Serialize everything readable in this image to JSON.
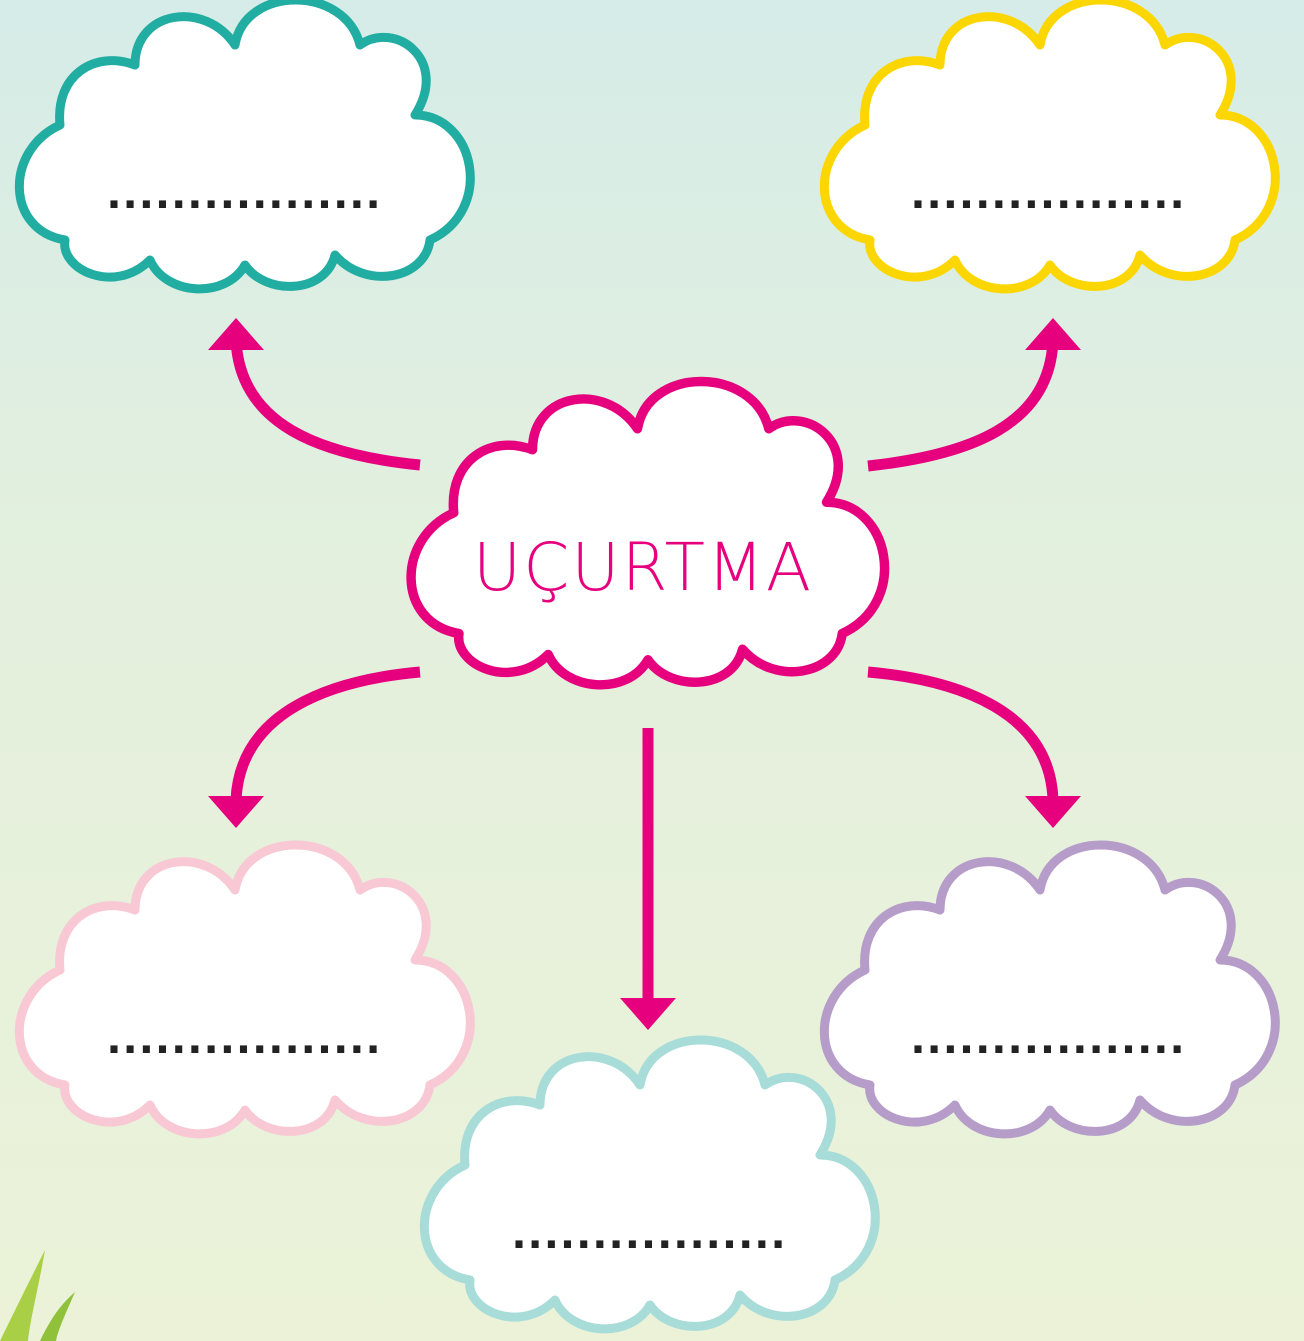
{
  "center": {
    "label": "UÇURTMA",
    "color": "#e6007e"
  },
  "clouds": [
    {
      "id": "top-left",
      "color": "#22ada3",
      "blank": "................."
    },
    {
      "id": "top-right",
      "color": "#fcd600",
      "blank": "................."
    },
    {
      "id": "bottom-left",
      "color": "#f8c9d4",
      "blank": "................."
    },
    {
      "id": "bottom-right",
      "color": "#b59cc9",
      "blank": "................."
    },
    {
      "id": "bottom-center",
      "color": "#a8dcd8",
      "blank": "................."
    }
  ],
  "arrow_color": "#e6007e"
}
